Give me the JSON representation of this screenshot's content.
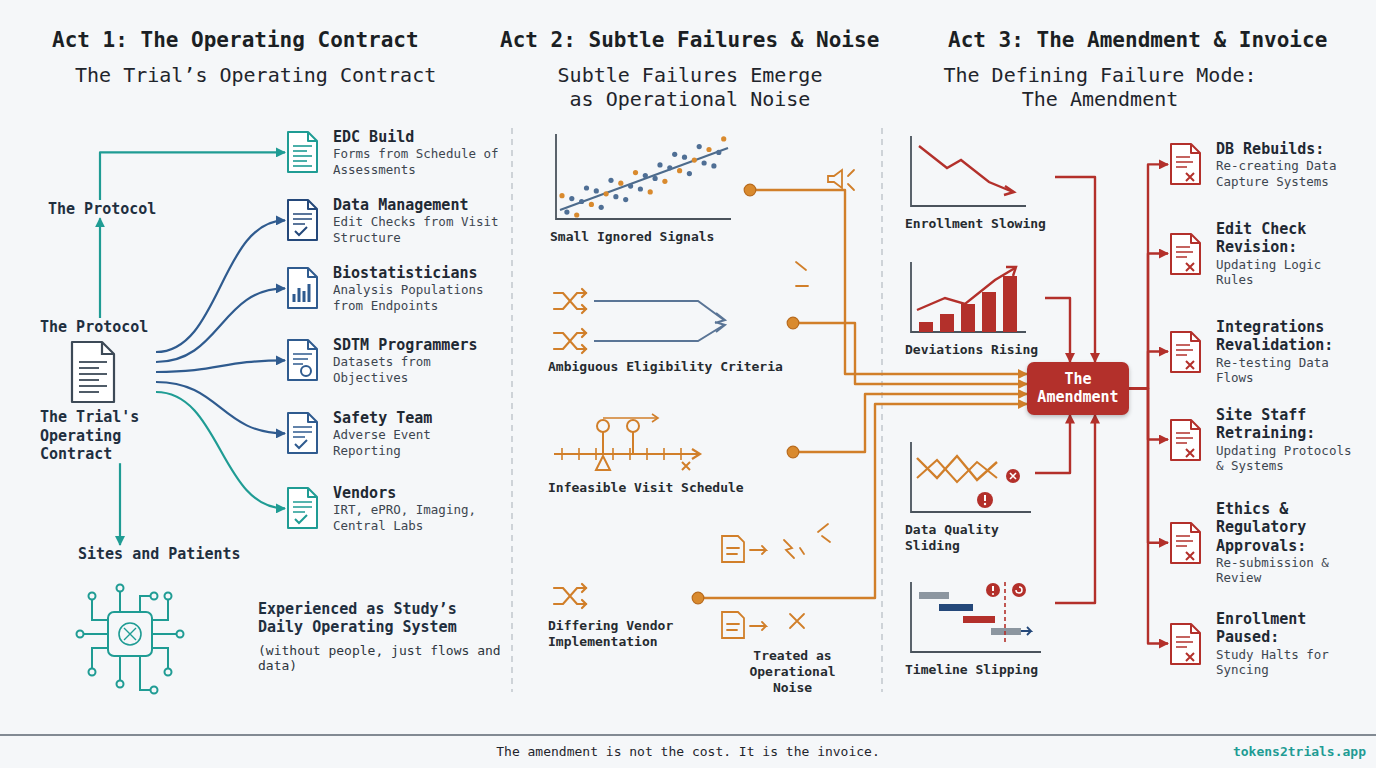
{
  "diagram": {
    "caption": "The amendment is not the cost. It is the invoice.",
    "nodes": [
      {
        "text": [
          "The Protocol"
        ]
      },
      {
        "text": [
          "The Protocol",
          "The Trial's Operating Contract"
        ]
      },
      {
        "text": [
          "EDC Build",
          "Forms from Schedule of Assessments"
        ]
      },
      {
        "text": [
          "Data Management",
          "Edit Checks from Visit Structure"
        ]
      },
      {
        "text": [
          "Biostatisticians",
          "Analysis Populations from Endpoints"
        ]
      },
      {
        "text": [
          "SDTM Programmers",
          "Datasets from Objectives"
        ]
      },
      {
        "text": [
          "Safety Team",
          "Adverse Event Reporting"
        ]
      },
      {
        "text": [
          "Vendors",
          "IRT, ePRO, Imaging, Central Labs"
        ]
      },
      {
        "text": [
          "Sites and Patients"
        ]
      },
      {
        "text": [
          "Experienced as Study’s Daily Operating System",
          "(without people, just flows and data)"
        ]
      },
      {
        "text": [
          "Small Ignored Signals"
        ]
      },
      {
        "text": [
          "Ambiguous Eligibility Criteria"
        ]
      },
      {
        "text": [
          "Infeasible Visit Schedule"
        ]
      },
      {
        "text": [
          "Differing Vendor Implementation"
        ]
      },
      {
        "text": [
          "Enrollment Slowing"
        ]
      },
      {
        "text": [
          "Deviations Rising"
        ]
      },
      {
        "text": [
          "Data Quality Sliding"
        ]
      },
      {
        "text": [
          "Timeline Slipping"
        ]
      },
      {
        "text": [
          "The Amendment"
        ]
      },
      {
        "text": [
          "DB Rebuilds:",
          "Re-creating Data Capture Systems"
        ]
      },
      {
        "text": [
          "Edit Check Revision:",
          "Updating Logic Rules"
        ]
      },
      {
        "text": [
          "Integrations Revalidation:",
          "Re-testing Data Flows"
        ]
      },
      {
        "text": [
          "Site Staff Retraining:",
          "Updating Protocols & Systems"
        ]
      },
      {
        "text": [
          "Ethics & Regulatory Approvals:",
          "Re-submission & Review"
        ]
      },
      {
        "text": [
          "Enrollment Paused:",
          "Study Halts for Syncing"
        ]
      }
    ],
    "edges": [
      {
        "from": 1,
        "to": 0,
        "arrow": "to"
      },
      {
        "from": 0,
        "to": 2,
        "arrow": "to"
      },
      {
        "from": 1,
        "to": 3,
        "arrow": "to"
      },
      {
        "from": 1,
        "to": 4,
        "arrow": "to"
      },
      {
        "from": 1,
        "to": 5,
        "arrow": "to"
      },
      {
        "from": 1,
        "to": 6,
        "arrow": "to"
      },
      {
        "from": 1,
        "to": 7,
        "arrow": "to"
      },
      {
        "from": 1,
        "to": 8,
        "arrow": "to"
      },
      {
        "from": 10,
        "to": 18,
        "arrow": "to"
      },
      {
        "from": 11,
        "to": 18,
        "arrow": "to"
      },
      {
        "from": 12,
        "to": 18,
        "arrow": "to"
      },
      {
        "from": 13,
        "to": 18,
        "arrow": "to"
      },
      {
        "from": 14,
        "to": 18,
        "arrow": "to"
      },
      {
        "from": 15,
        "to": 18,
        "arrow": "to"
      },
      {
        "from": 16,
        "to": 18,
        "arrow": "to"
      },
      {
        "from": 17,
        "to": 18,
        "arrow": "to"
      },
      {
        "from": 18,
        "to": 19,
        "arrow": "to"
      },
      {
        "from": 18,
        "to": 20,
        "arrow": "to"
      },
      {
        "from": 18,
        "to": 21,
        "arrow": "to"
      },
      {
        "from": 18,
        "to": 22,
        "arrow": "to"
      },
      {
        "from": 18,
        "to": 23,
        "arrow": "to"
      },
      {
        "from": 18,
        "to": 24,
        "arrow": "to"
      }
    ],
    "labels": [
      "Act 1: The Operating Contract",
      "The Trial’s Operating Contract",
      "Act 2: Subtle Failures & Noise",
      "Subtle Failures Emerge as Operational Noise",
      "Act 3: The Amendment & Invoice",
      "The Defining Failure Mode: The Amendment",
      "Treated as Operational Noise",
      "tokens2trials.app"
    ]
  }
}
